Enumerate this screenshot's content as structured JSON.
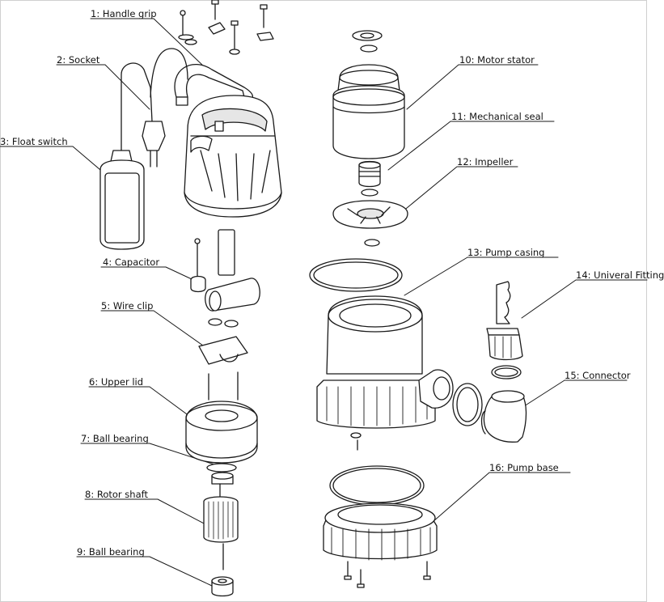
{
  "diagram": {
    "labels": {
      "handle_grip": "1: Handle grip",
      "socket": "2: Socket",
      "float_switch": "3: Float switch",
      "capacitor": "4: Capacitor",
      "wire_clip": "5: Wire clip",
      "upper_lid": "6: Upper lid",
      "ball_bearing_upper": "7: Ball bearing",
      "rotor_shaft": "8: Rotor shaft",
      "ball_bearing_lower": "9: Ball bearing",
      "motor_stator": "10: Motor stator",
      "mechanical_seal": "11: Mechanical seal",
      "impeller": "12: Impeller",
      "pump_casing": "13: Pump casing",
      "universal_fitting": "14: Univeral Fitting",
      "connector": "15: Connector",
      "pump_base": "16: Pump base"
    },
    "colors": {
      "line": "#1a1a1a",
      "fill": "#ffffff",
      "shade": "#e6e6e6"
    }
  }
}
